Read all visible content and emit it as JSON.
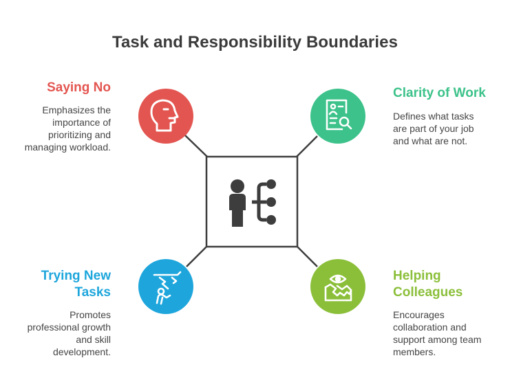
{
  "title": "Task and Responsibility Boundaries",
  "colors": {
    "saying_no": "#e35550",
    "clarity": "#3cc28a",
    "trying_new": "#1ea6dc",
    "helping": "#8bbf3a",
    "center_icon": "#3d3d3d",
    "connector": "#3d3d3d"
  },
  "center": {
    "icon": "person-branching-icon"
  },
  "items": {
    "saying_no": {
      "heading": "Saying No",
      "description": [
        "Emphasizes the",
        "importance of",
        "prioritizing and",
        "managing workload."
      ],
      "icon": "head-speaking-icon"
    },
    "clarity": {
      "heading": "Clarity of Work",
      "description": [
        "Defines what tasks",
        "are part of your job",
        "and what are not."
      ],
      "icon": "document-search-icon"
    },
    "trying_new": {
      "heading": [
        "Trying New",
        "Tasks"
      ],
      "description": [
        "Promotes",
        "professional growth",
        "and skill",
        "development."
      ],
      "icon": "person-breakthrough-icon"
    },
    "helping": {
      "heading": [
        "Helping",
        "Colleagues"
      ],
      "description": [
        "Encourages",
        "collaboration and",
        "support among team",
        "members."
      ],
      "icon": "handshake-eye-icon"
    }
  }
}
